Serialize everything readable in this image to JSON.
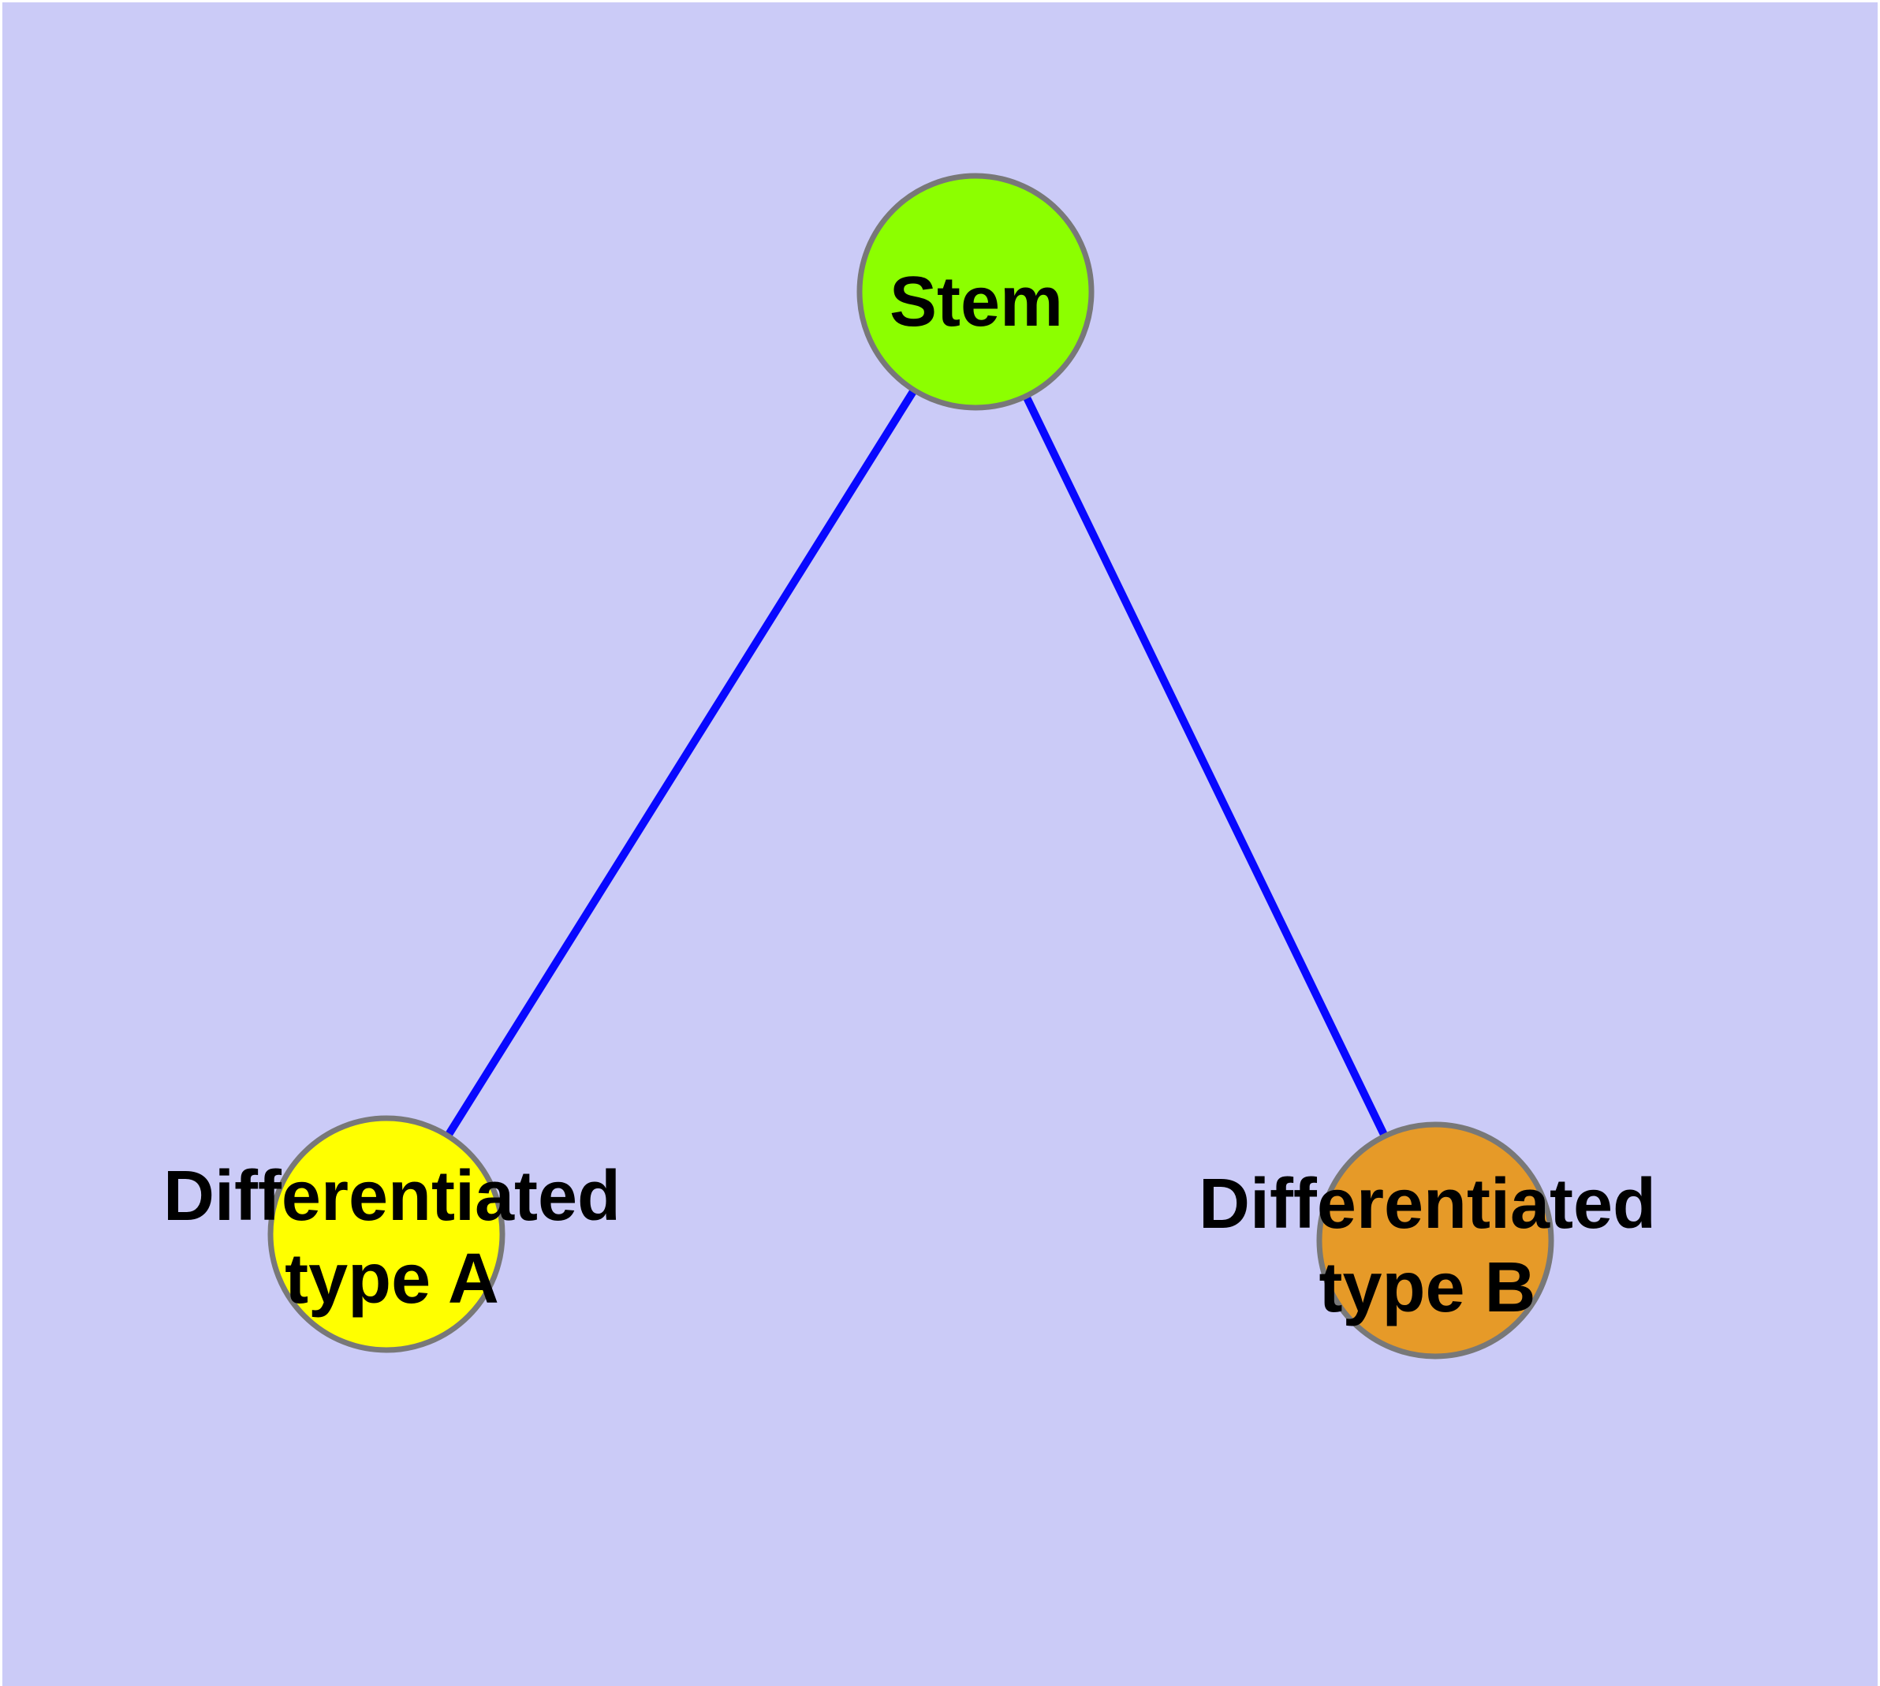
{
  "diagram": {
    "type": "node-link-graph",
    "background_color": "#cbcbf7",
    "frame_color": "#ffffff",
    "edge_color": "#0808ff",
    "node_border_color": "#787878",
    "label_color": "#000000",
    "nodes": [
      {
        "id": "stem",
        "label": "Stem",
        "color": "#8cff00"
      },
      {
        "id": "differentiated-type-a",
        "label": "Differentiated type A",
        "label_line1": "Differentiated",
        "label_line2": "type A",
        "color": "#ffff00"
      },
      {
        "id": "differentiated-type-b",
        "label": "Differentiated type B",
        "label_line1": "Differentiated",
        "label_line2": "type B",
        "color": "#e69a28"
      }
    ],
    "edges": [
      {
        "from": "Stem",
        "to": "Differentiated type A"
      },
      {
        "from": "Stem",
        "to": "Differentiated type B"
      }
    ]
  }
}
